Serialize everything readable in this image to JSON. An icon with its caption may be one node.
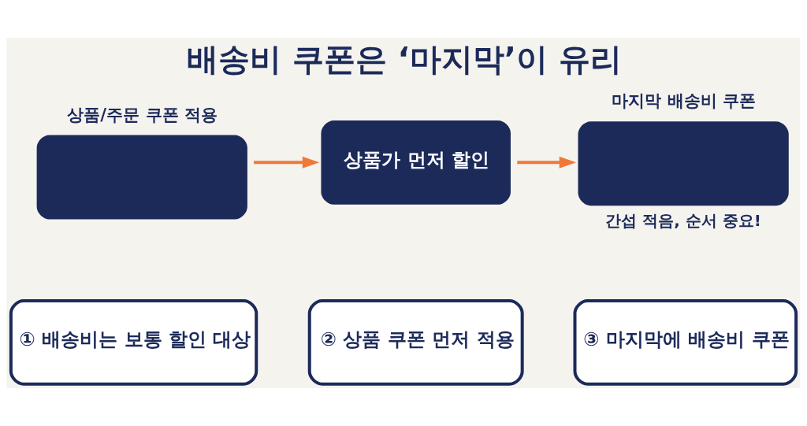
{
  "diagram": {
    "title": "배송비 쿠폰은 ‘마지막’이 유리",
    "nodes": [
      {
        "text": [
          "상품/주문 쿠폰 적용"
        ]
      },
      {
        "text": [
          "상품가 먼저 할인"
        ]
      },
      {
        "text": [
          "마지막 배송비 쿠폰"
        ],
        "beside": [
          "간섭 적음, 순서 중요!"
        ]
      },
      {
        "text": [
          "① 배송비는 보통 할인 대상"
        ]
      },
      {
        "text": [
          "② 상품 쿠폰 먼저 적용"
        ]
      },
      {
        "text": [
          "③ 마지막에 배송비 쿠폰"
        ]
      }
    ],
    "edges": [
      {
        "from": 0,
        "to": 1,
        "arrow": "to"
      },
      {
        "from": 1,
        "to": 2,
        "arrow": "to"
      }
    ]
  }
}
